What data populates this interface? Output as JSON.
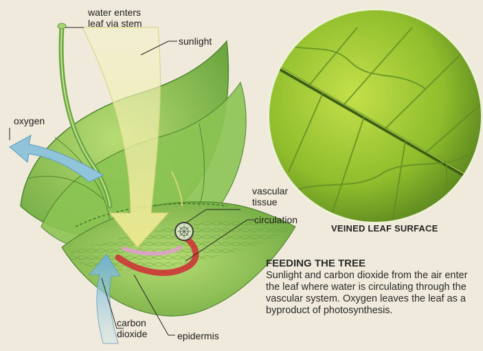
{
  "labels": {
    "water": "water enters\nleaf via stem",
    "sunlight": "sunlight",
    "oxygen": "oxygen",
    "vascular_tissue": "vascular\ntissue",
    "circulation": "circulation",
    "carbon_dioxide": "carbon\ndioxide",
    "epidermis": "epidermis"
  },
  "inset_caption": "VEINED LEAF SURFACE",
  "section": {
    "heading": "FEEDING THE TREE",
    "body": "Sunlight and carbon dioxide from the air enter the leaf where water is circulating through the vascular system. Oxygen leaves the leaf as a byproduct of photosynthesis."
  },
  "colors": {
    "leaf_light": "#9ccc5a",
    "leaf_dark": "#5e9a3a",
    "sunlight": "#f0eda2",
    "oxygen_arrow": "#8fc4da",
    "circulation_red": "#c9453c",
    "circulation_pink": "#d9a3c2",
    "background": "#efeadb"
  }
}
